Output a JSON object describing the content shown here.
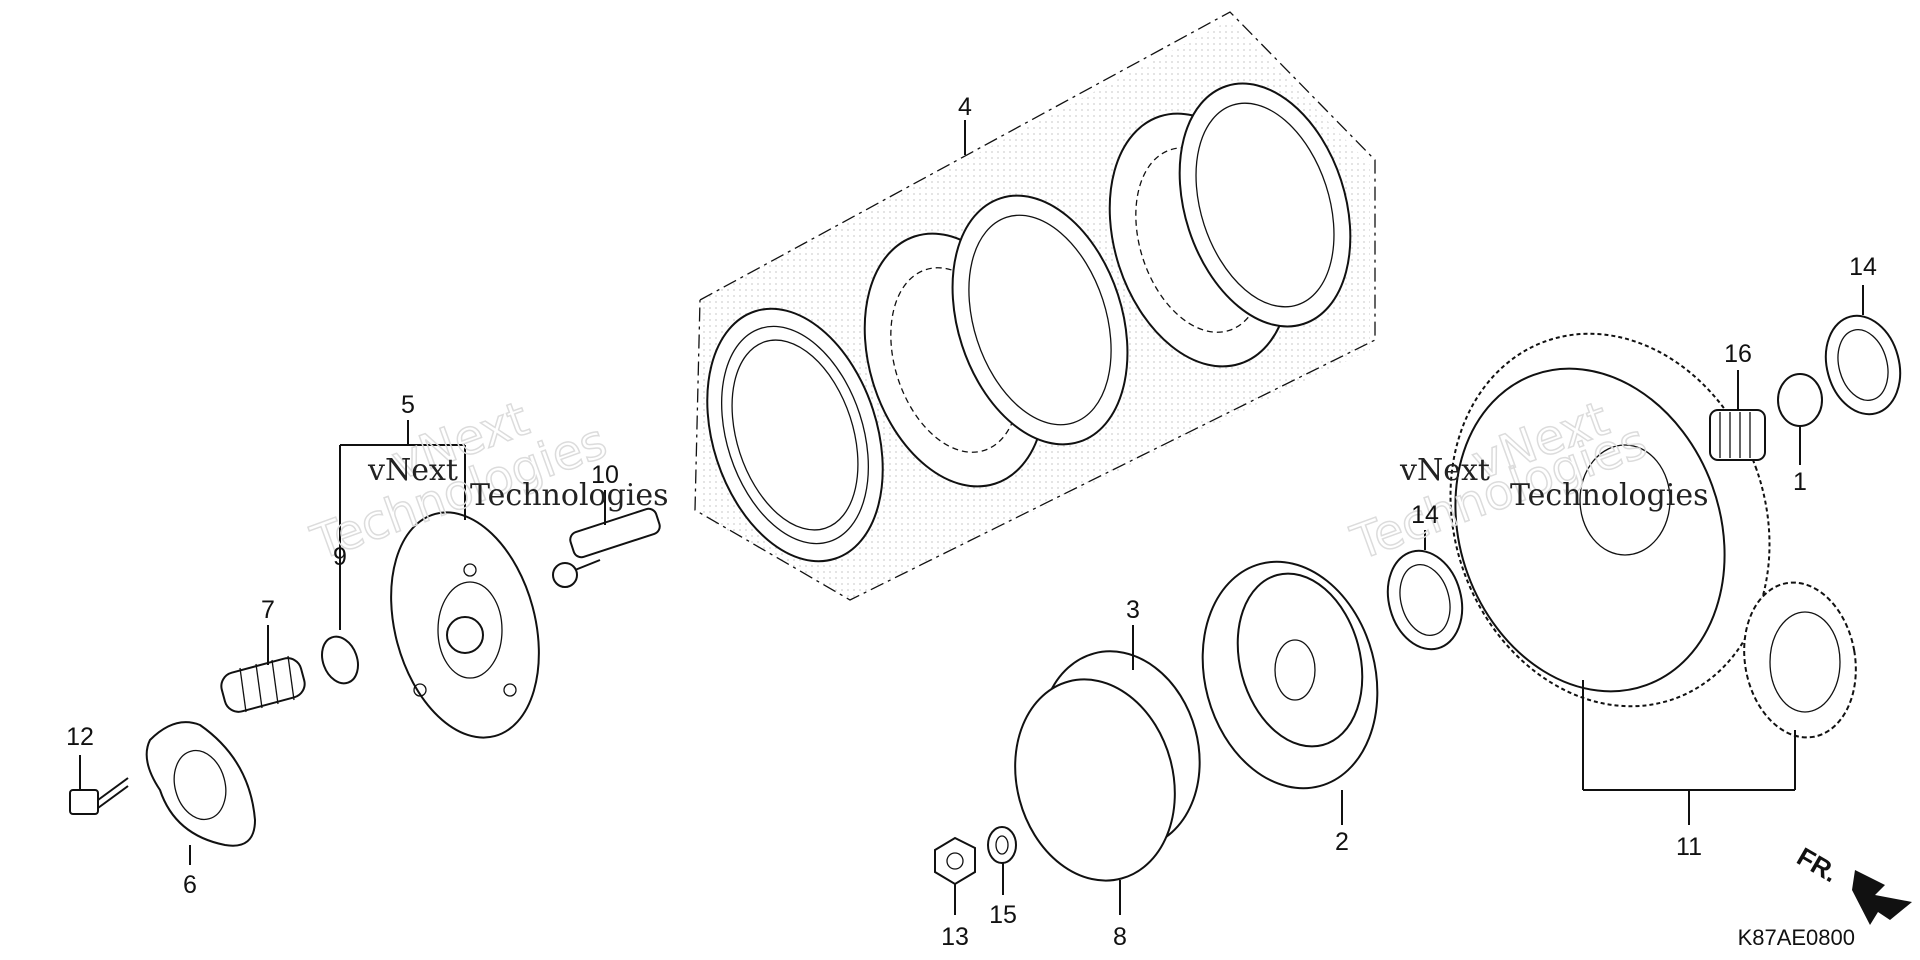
{
  "diagram": {
    "callouts": {
      "c1": "1",
      "c2": "2",
      "c3": "3",
      "c4": "4",
      "c5": "5",
      "c6": "6",
      "c7": "7",
      "c8": "8",
      "c9": "9",
      "c10": "10",
      "c11": "11",
      "c12": "12",
      "c13": "13",
      "c14a": "14",
      "c14b": "14",
      "c15": "15",
      "c16": "16"
    },
    "diagram_code": "K87AE0800",
    "direction_marker": "FR.",
    "watermark": {
      "line1": "vNext",
      "line2": "Technologies"
    }
  }
}
